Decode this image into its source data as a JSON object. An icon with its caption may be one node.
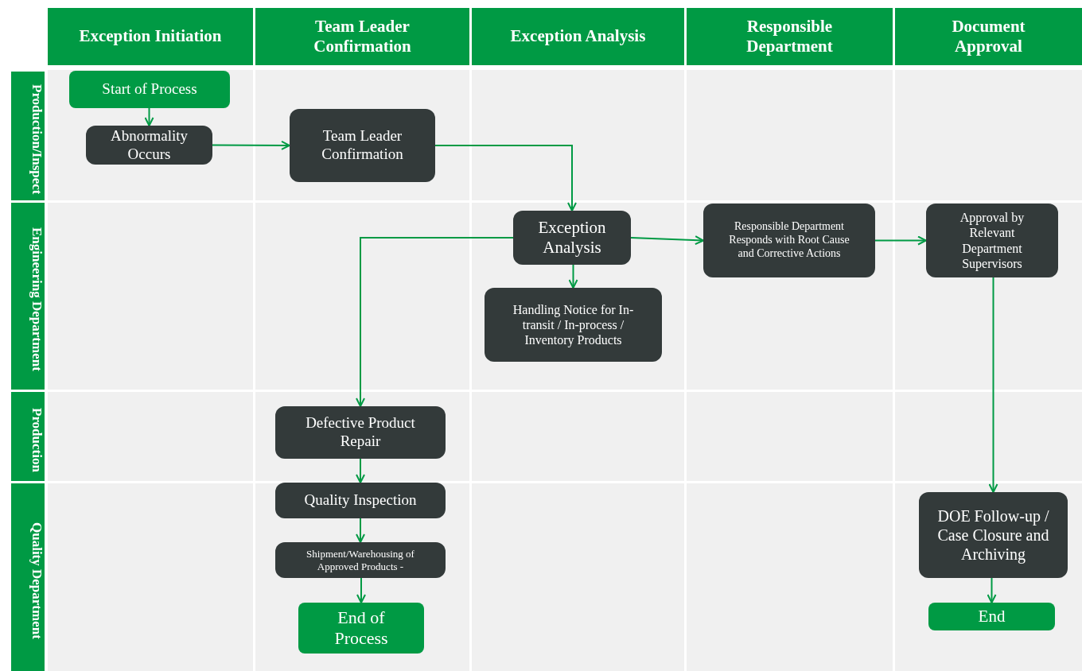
{
  "diagram": {
    "nodes": [
      {
        "text": [
          "Exception Initiation"
        ]
      },
      {
        "text": [
          "Team Leader Confirmation"
        ]
      },
      {
        "text": [
          "Exception Analysis"
        ]
      },
      {
        "text": [
          "Responsible Department"
        ]
      },
      {
        "text": [
          "Document Approval"
        ]
      },
      {
        "text": [
          "Production/Inspect"
        ]
      },
      {
        "text": [
          "Engineering Department"
        ]
      },
      {
        "text": [
          "Production"
        ]
      },
      {
        "text": [
          "Quality Department"
        ]
      },
      {
        "text": [
          "Start of Process"
        ]
      },
      {
        "text": [
          "Abnormality Occurs"
        ]
      },
      {
        "text": [
          "Team Leader Confirmation"
        ]
      },
      {
        "text": [
          "Exception Analysis"
        ]
      },
      {
        "text": [
          "Handling Notice for In-transit / In-process / Inventory Products"
        ]
      },
      {
        "text": [
          "Responsible Department Responds with Root Cause and Corrective Actions"
        ]
      },
      {
        "text": [
          "Approval by Relevant Department Supervisors"
        ]
      },
      {
        "text": [
          "Defective Product Repair"
        ]
      },
      {
        "text": [
          "Quality Inspection"
        ]
      },
      {
        "text": [
          "Shipment/Warehousing of Approved Products -"
        ]
      },
      {
        "text": [
          "End of Process"
        ]
      },
      {
        "text": [
          "DOE Follow-up / Case Closure and Archiving"
        ]
      },
      {
        "text": [
          "End"
        ]
      }
    ],
    "edges": [
      {
        "from": 9,
        "to": 10,
        "arrow": "to"
      },
      {
        "from": 10,
        "to": 11,
        "arrow": "to"
      },
      {
        "from": 11,
        "to": 12,
        "arrow": "to"
      },
      {
        "from": 12,
        "to": 13,
        "arrow": "to"
      },
      {
        "from": 12,
        "to": 14,
        "arrow": "to"
      },
      {
        "from": 14,
        "to": 15,
        "arrow": "to"
      },
      {
        "from": 12,
        "to": 16,
        "arrow": "to"
      },
      {
        "from": 16,
        "to": 17,
        "arrow": "to"
      },
      {
        "from": 17,
        "to": 18,
        "arrow": "to"
      },
      {
        "from": 18,
        "to": 19,
        "arrow": "to"
      },
      {
        "from": 15,
        "to": 20,
        "arrow": "to"
      },
      {
        "from": 20,
        "to": 21,
        "arrow": "to"
      }
    ]
  }
}
